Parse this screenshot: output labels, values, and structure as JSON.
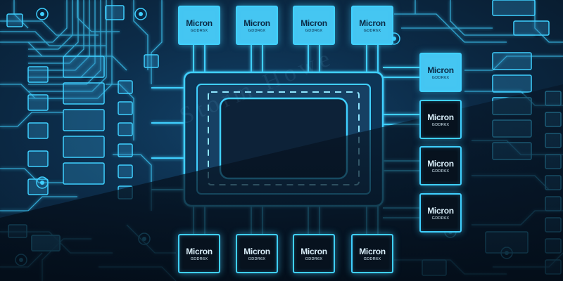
{
  "scene": {
    "background": "#0c2c49",
    "trace_color": "#3fd0ff",
    "pad_fill": "#2d8fc4",
    "glare_color": "#05101c"
  },
  "memory_chips": [
    {
      "brand": "Micron",
      "type": "GDDR6X",
      "icon": "memory-chip-icon",
      "style": "lit"
    },
    {
      "brand": "Micron",
      "type": "GDDR6X",
      "icon": "memory-chip-icon",
      "style": "lit"
    },
    {
      "brand": "Micron",
      "type": "GDDR6X",
      "icon": "memory-chip-icon",
      "style": "lit"
    },
    {
      "brand": "Micron",
      "type": "GDDR6X",
      "icon": "memory-chip-icon",
      "style": "lit"
    },
    {
      "brand": "Micron",
      "type": "GDDR6X",
      "icon": "memory-chip-icon",
      "style": "lit"
    },
    {
      "brand": "Micron",
      "type": "GDDR6X",
      "icon": "memory-chip-icon",
      "style": "dark"
    },
    {
      "brand": "Micron",
      "type": "GDDR6X",
      "icon": "memory-chip-icon",
      "style": "dark"
    },
    {
      "brand": "Micron",
      "type": "GDDR6X",
      "icon": "memory-chip-icon",
      "style": "dark"
    },
    {
      "brand": "Micron",
      "type": "GDDR6X",
      "icon": "memory-chip-icon",
      "style": "dark"
    },
    {
      "brand": "Micron",
      "type": "GDDR6X",
      "icon": "memory-chip-icon",
      "style": "dark"
    },
    {
      "brand": "Micron",
      "type": "GDDR6X",
      "icon": "memory-chip-icon",
      "style": "dark"
    },
    {
      "brand": "Micron",
      "type": "GDDR6X",
      "icon": "memory-chip-icon",
      "style": "dark"
    }
  ],
  "gpu_die": {
    "icon": "gpu-die-icon"
  },
  "watermark": "Storm Howe"
}
